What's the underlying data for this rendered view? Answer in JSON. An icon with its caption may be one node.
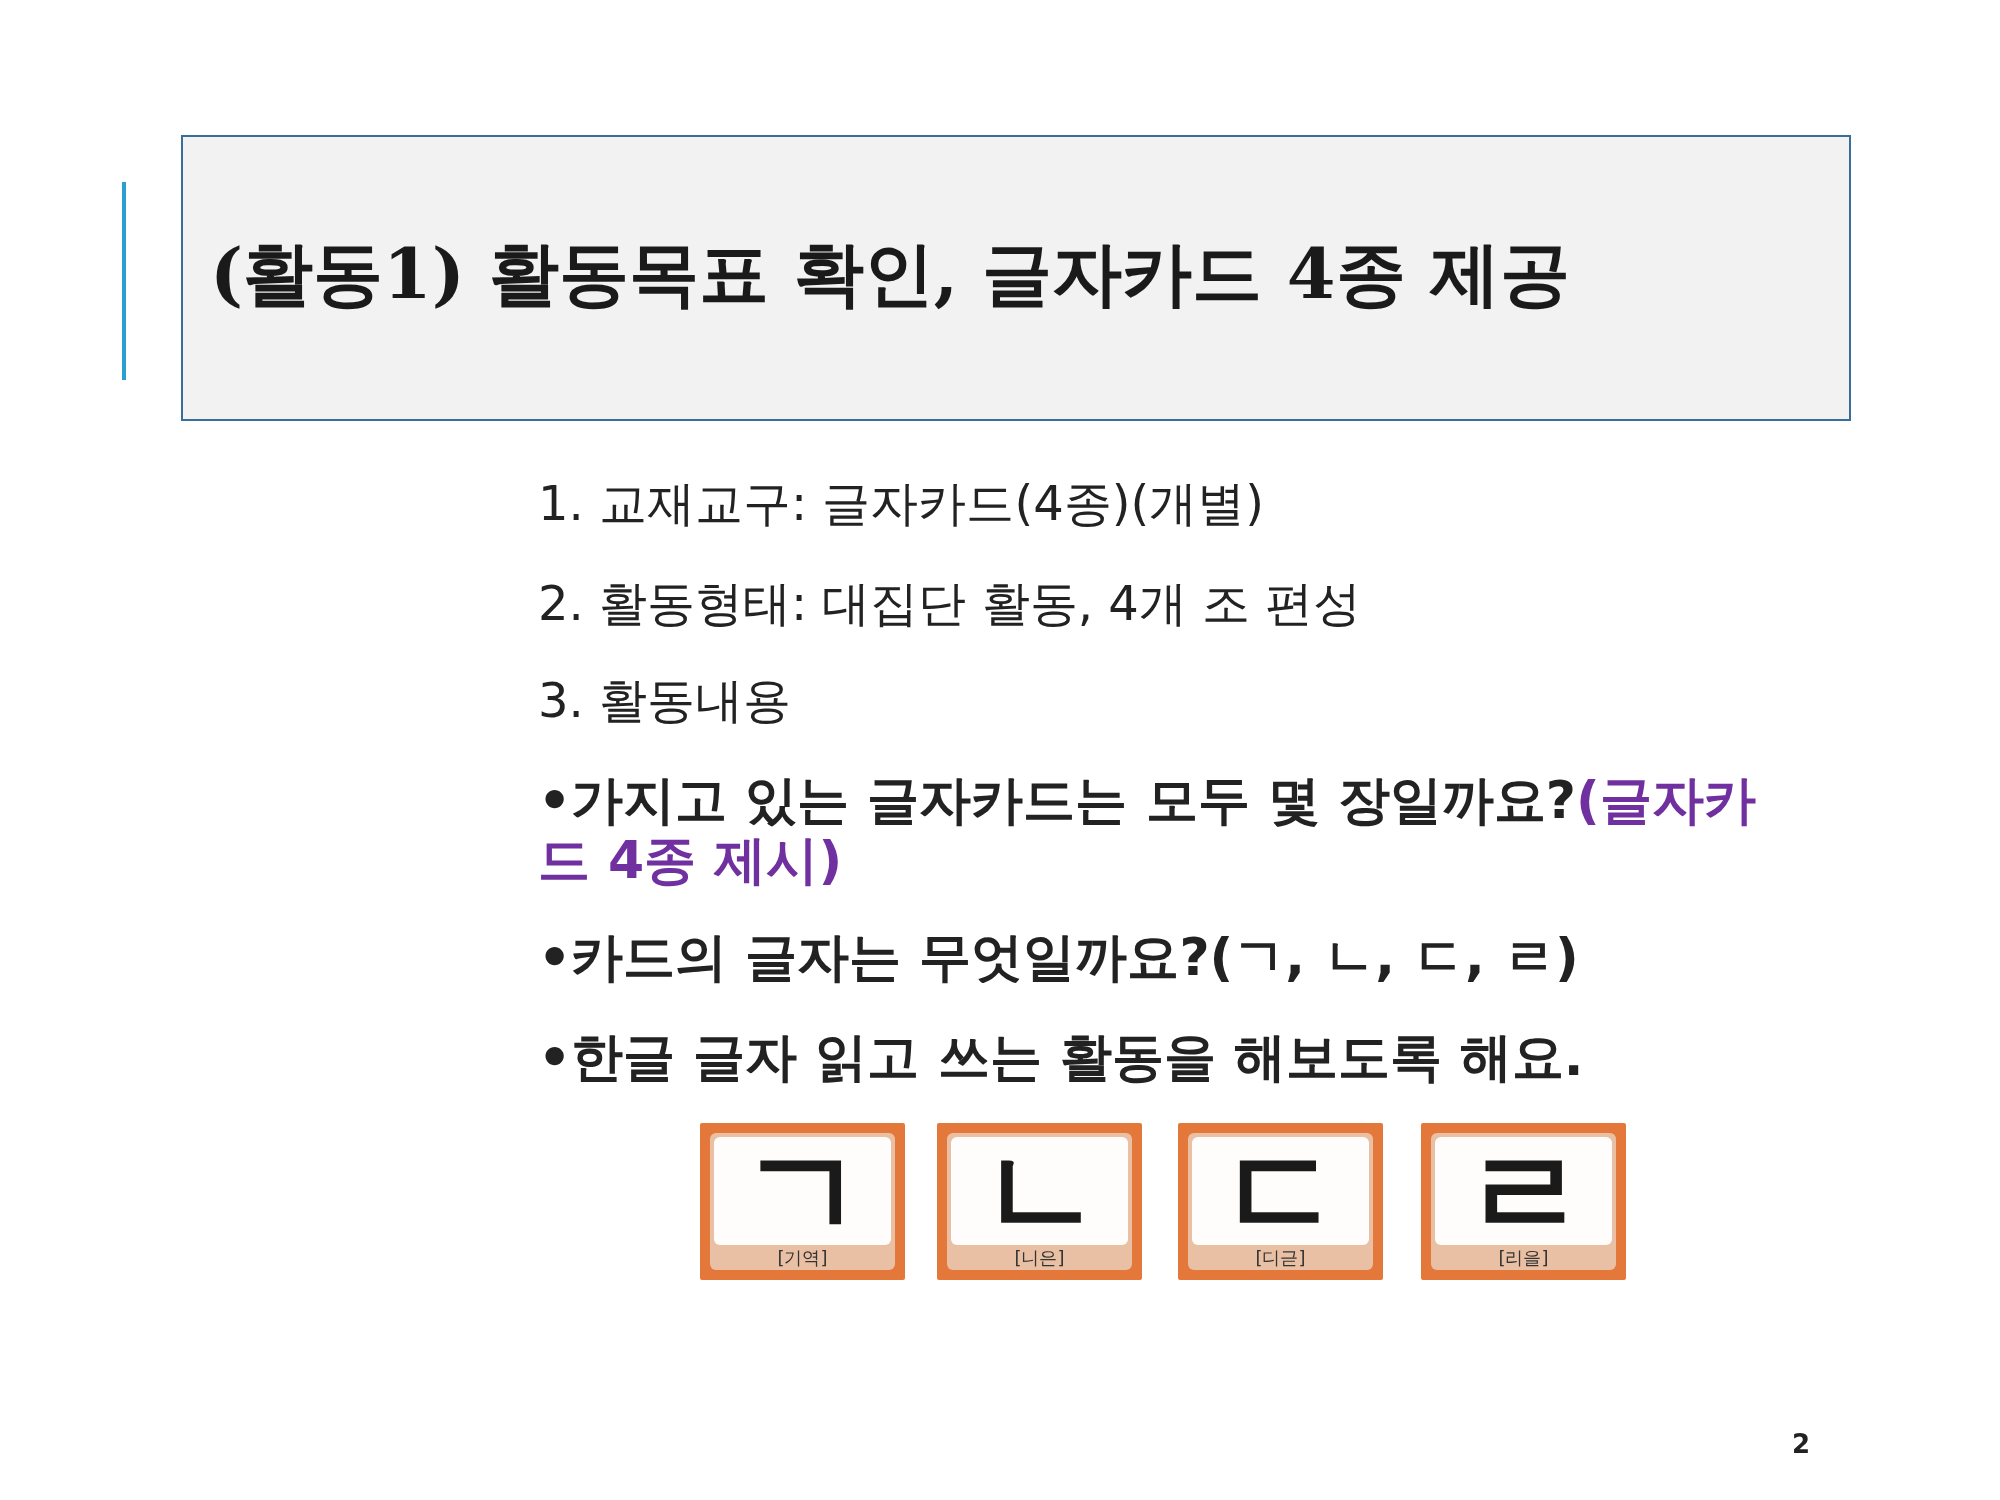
{
  "diagram": {
    "title": "(활동1) 활동목표 확인, 글자카드 4종 제공",
    "nodes": [
      {
        "text": [
          "ㄱ",
          "[기역]"
        ]
      },
      {
        "text": [
          "ㄴ",
          "[니은]"
        ]
      },
      {
        "text": [
          "ㄷ",
          "[디귿]"
        ]
      },
      {
        "text": [
          "ㄹ",
          "[리을]"
        ]
      }
    ],
    "labels": [
      "1. 교재교구: 글자카드(4종)(개별)",
      "2. 활동형태: 대집단 활동, 4개 조 편성",
      "3. 활동내용",
      "•가지고 있는 글자카드는 모두 몇 장일까요?",
      "(글자카드 4종 제시)",
      "•카드의 글자는 무엇일까요?(ㄱ, ㄴ, ㄷ, ㄹ)",
      "•한글 글자 읽고 쓰는 활동을 해보도록 해요.",
      "2"
    ]
  }
}
